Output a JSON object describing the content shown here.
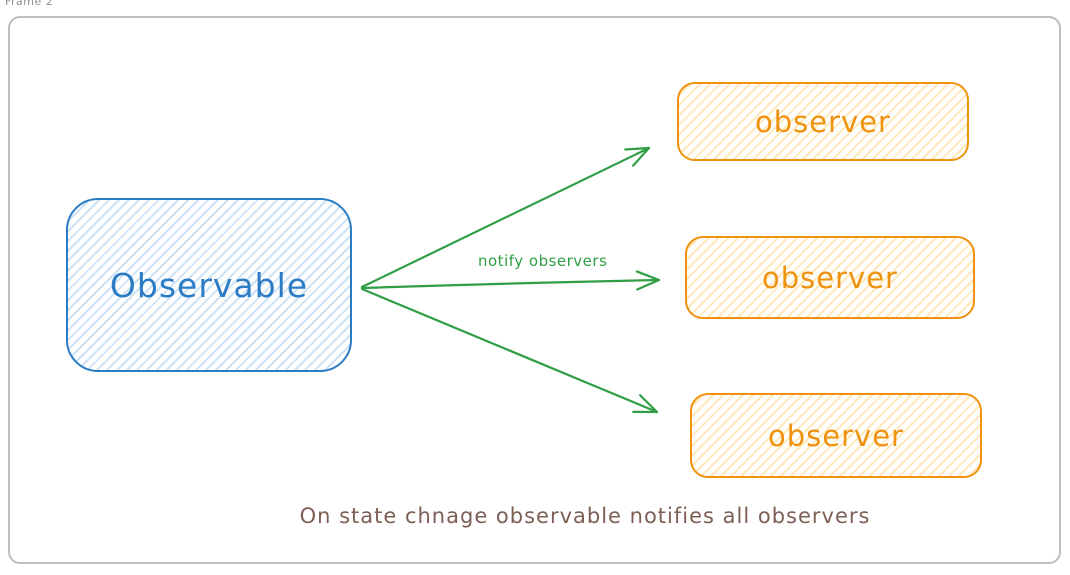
{
  "frame": {
    "label": "Frame 2"
  },
  "diagram": {
    "observable": {
      "label": "Observable"
    },
    "observers": [
      {
        "label": "observer"
      },
      {
        "label": "observer"
      },
      {
        "label": "observer"
      }
    ],
    "arrow_label": "notify observers",
    "caption": "On state chnage observable notifies all observers"
  },
  "colors": {
    "blue": "#2b7cc4",
    "blue-hachure": "#cde2f5",
    "orange": "#ef920e",
    "orange-hachure": "#ffe8bb",
    "green": "#2f9e44",
    "brown": "#7d5f55",
    "frame-border": "#bdbdbd",
    "frame-label": "#8f8f8f"
  }
}
